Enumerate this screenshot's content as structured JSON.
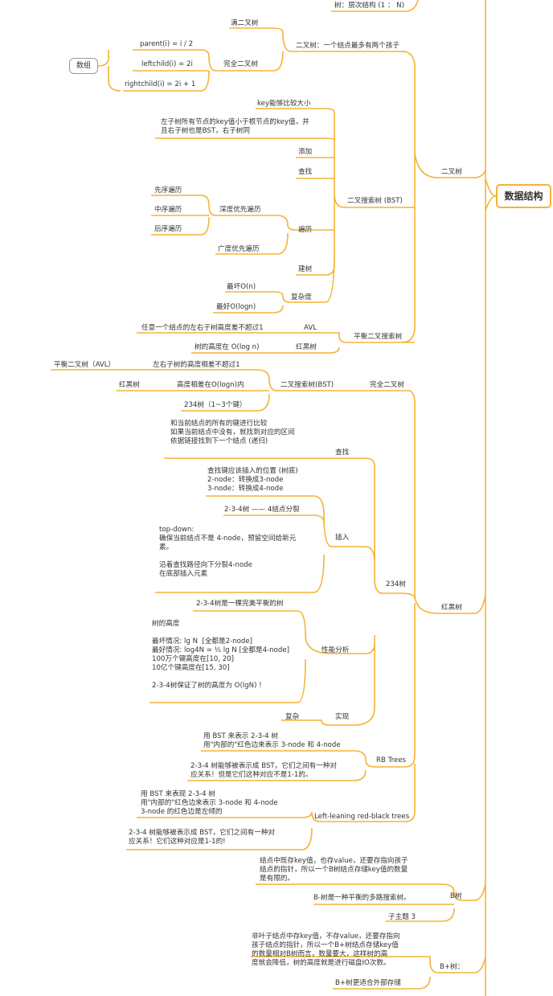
{
  "root": "数据结构",
  "tree": {
    "top": "树：层次结构 (1 ： N)",
    "binary": {
      "label": "二叉树",
      "def": "二叉树：一个结点最多有两个孩子",
      "full": "满二叉树",
      "complete": "完全二叉树",
      "array": "数组",
      "parent": "parent(i) = i / 2",
      "left": "leftchild(i) = 2i",
      "right": "rightchild(i) = 2i + 1"
    },
    "bst": {
      "label": "二叉搜索树 (BST)",
      "key": "key能够比较大小",
      "desc": "左子树所有节点的key值小于根节点的key值，并\n且右子树也是BST，右子树同",
      "add": "添加",
      "find": "查找",
      "traverse": "遍历",
      "dfs": "深度优先遍历",
      "pre": "先序遍历",
      "in": "中序遍历",
      "post": "后序遍历",
      "bfs": "广度优先遍历",
      "build": "建树",
      "complexity": "复杂度",
      "worst": "最坏O(n)",
      "best": "最好O(logn)"
    },
    "balanced": {
      "label": "平衡二叉搜索树",
      "avl": "AVL",
      "avl_desc": "任意一个结点的左右子树高度差不超过1",
      "rbt": "红黑树",
      "rbt_desc": "树的高度在 O(log n)"
    },
    "complete_bst": {
      "label": "完全二叉树",
      "bst": "二叉搜索树(BST)",
      "diff": "左右子树的高度相差不超过1",
      "avl": "平衡二叉树（AVL）",
      "rbt": "红黑树",
      "height": "高度相差在O(logn)内",
      "t234": "234树（1~3个键）"
    }
  },
  "rb": {
    "label": "红黑树",
    "t234": {
      "label": "234树",
      "search": "查找",
      "search_desc": "和当前结点的所有的键进行比较\n如果当前结点中没有，就找到对应的区间\n依据链接找到下一个结点 (递归)",
      "insert": "插入",
      "insert_desc": "查找键应该插入的位置 (树底)\n2-node：转换成3-node\n3-node：转换成4-node",
      "split": "2-3-4树 —— 4结点分裂",
      "topdown": "top-down:\n确保当前结点不是 4-node，预留空间给新元\n素。\n\n沿着查找路径向下分裂4-node\n在底部插入元素",
      "perf": "性能分析",
      "perfect": "2-3-4树是一棵完美平衡的树",
      "height": "树的高度\n\n最坏情况: lg N  [全都是2-node]\n最好情况: log4N = ½ lg N [全都是4-node]\n100万个键高度在[10, 20]\n10亿个键高度在[15, 30]\n\n2-3-4树保证了树的高度为 O(lgN) !",
      "impl": "实现",
      "complex": "复杂"
    },
    "rbtrees": {
      "label": "RB Trees",
      "repr": "用 BST 来表示 2-3-4 树\n用\"内部的\"红色边来表示 3-node 和 4-node",
      "corr": "2-3-4 树能够被表示成 BST，它们之间有一种对\n应关系！但是它们这种对应不是1-1的。"
    },
    "llrb": {
      "label": "Left-leaning red-black trees",
      "repr": "用 BST 来表现 2-3-4 树\n用\"内部的\"红色边来表示 3-node 和 4-node\n3-node 的红色边是左倾的",
      "corr": "2-3-4 树能够被表示成 BST，它们之间有一种对\n应关系！它们这种对应是1-1的!"
    }
  },
  "btree": {
    "label": "B树",
    "desc": "结点中既存key值，也存value，还要存指向孩子\n结点的指针，所以一个B树结点存储key值的数量\n是有限的。",
    "balanced": "B-树是一种平衡的多路搜索树。",
    "sub": "子主题 3"
  },
  "bplus": {
    "label": "B+树：",
    "desc": "非叶子结点中存key值，不存value，还要存指向\n孩子结点的指针，所以一个B+树结点存储key值\n的数量相对B树而言，数量要大，这样树的高\n度就会降低，树的高度就是进行磁盘IO次数。",
    "disk": "B+树更适合外部存储"
  },
  "colors": {
    "branch": "#f5b335",
    "text": "#333333",
    "pill_border": "#999999"
  }
}
